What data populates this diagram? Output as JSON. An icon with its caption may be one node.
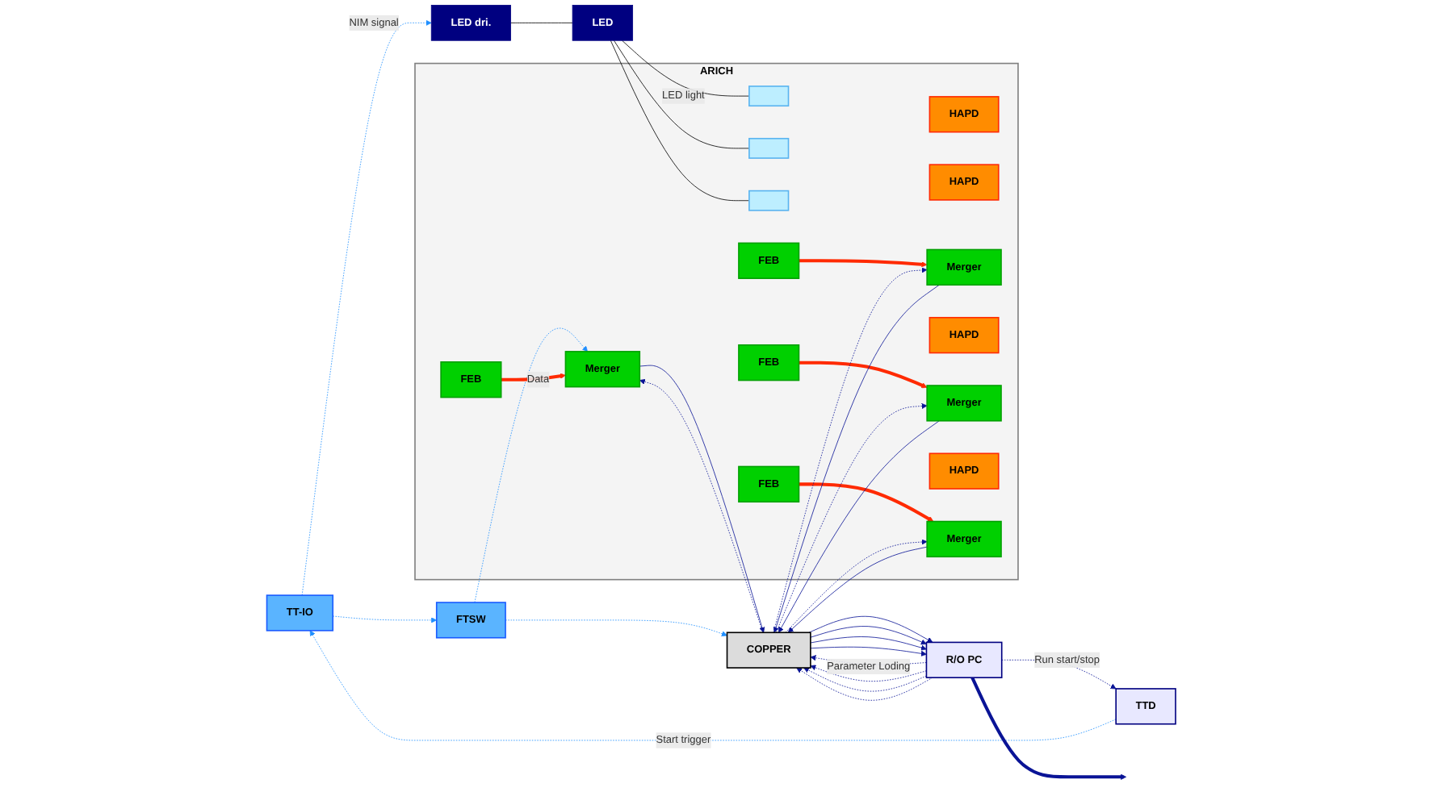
{
  "diagram": {
    "nodes": [
      {
        "text": [
          "LED dri."
        ]
      },
      {
        "text": [
          "TT-IO"
        ]
      },
      {
        "text": [
          "TTD"
        ]
      },
      {
        "text": [
          "LED"
        ]
      },
      {
        "text": [
          "FTSW"
        ]
      },
      {
        "text": [
          "ARICH"
        ]
      },
      {
        "text": [],
        "shape": "box",
        "in": 5
      },
      {
        "text": [],
        "shape": "box",
        "in": 5
      },
      {
        "text": [],
        "shape": "box",
        "in": 5
      },
      {
        "text": [
          "HAPD"
        ],
        "in": 5
      },
      {
        "text": [
          "FEB"
        ],
        "in": 5
      },
      {
        "text": [
          "Merger"
        ],
        "in": 5
      },
      {
        "text": [
          "HAPD"
        ],
        "in": 5
      },
      {
        "text": [
          "FEB"
        ],
        "in": 5
      },
      {
        "text": [
          "Merger"
        ],
        "in": 5
      },
      {
        "text": [
          "HAPD"
        ],
        "in": 5
      },
      {
        "text": [
          "FEB"
        ],
        "in": 5
      },
      {
        "text": [
          "Merger"
        ],
        "in": 5
      },
      {
        "text": [
          "HAPD"
        ],
        "in": 5
      },
      {
        "text": [
          "FEB"
        ],
        "in": 5
      },
      {
        "text": [
          "Merger"
        ],
        "in": 5
      },
      {
        "text": [
          "COPPER"
        ]
      },
      {
        "text": [
          "R/O PC"
        ]
      }
    ],
    "edges": [
      {
        "from": 1,
        "to": 0,
        "arrow": "to",
        "label": "NIM signal",
        "style": "dashed",
        "color": "#1f8fff"
      },
      {
        "from": 2,
        "to": 1,
        "arrow": "to",
        "label": "Start trigger",
        "style": "dashed",
        "color": "#1f8fff"
      },
      {
        "from": 1,
        "to": 4,
        "arrow": "to",
        "style": "dashed",
        "color": "#1f8fff"
      },
      {
        "from": 4,
        "to": 11,
        "arrow": "to",
        "style": "dashed",
        "color": "#1f8fff"
      },
      {
        "from": 4,
        "to": 21,
        "arrow": "to",
        "style": "dashed",
        "color": "#1f8fff"
      },
      {
        "from": 22,
        "to": 2,
        "arrow": "to",
        "label": "Run start/stop",
        "style": "dashed"
      },
      {
        "from": 0,
        "to": 3,
        "arrow": "none",
        "color": "#000000"
      },
      {
        "from": 3,
        "to": 6,
        "arrow": "none",
        "label": "LED light",
        "color": "#000000"
      },
      {
        "from": 3,
        "to": 7,
        "arrow": "none",
        "color": "#000000"
      },
      {
        "from": 3,
        "to": 8,
        "arrow": "none",
        "color": "#000000"
      },
      {
        "from": 10,
        "to": 11,
        "arrow": "to",
        "label": "Data",
        "style": "thick",
        "color": "#ff2a00"
      },
      {
        "from": 13,
        "to": 14,
        "arrow": "to",
        "style": "thick",
        "color": "#ff2a00"
      },
      {
        "from": 16,
        "to": 17,
        "arrow": "to",
        "style": "thick",
        "color": "#ff2a00"
      },
      {
        "from": 19,
        "to": 20,
        "arrow": "to",
        "style": "thick",
        "color": "#ff2a00"
      },
      {
        "from": 21,
        "to": 11,
        "arrow": "to",
        "style": "dashed"
      },
      {
        "from": 11,
        "to": 21,
        "arrow": "to"
      },
      {
        "from": 21,
        "to": 14,
        "arrow": "to",
        "style": "dashed"
      },
      {
        "from": 14,
        "to": 21,
        "arrow": "to"
      },
      {
        "from": 21,
        "to": 17,
        "arrow": "to",
        "style": "dashed"
      },
      {
        "from": 17,
        "to": 21,
        "arrow": "to"
      },
      {
        "from": 21,
        "to": 20,
        "arrow": "to",
        "style": "dashed"
      },
      {
        "from": 20,
        "to": 21,
        "arrow": "to"
      },
      {
        "from": 22,
        "to": 21,
        "arrow": "to",
        "label": "Parameter Loding",
        "style": "dashed"
      },
      {
        "from": 21,
        "to": 22,
        "arrow": "to"
      },
      {
        "from": 22,
        "to": 21,
        "arrow": "to",
        "style": "dashed"
      },
      {
        "from": 21,
        "to": 22,
        "arrow": "to"
      },
      {
        "from": 22,
        "to": 21,
        "arrow": "to",
        "style": "dashed"
      },
      {
        "from": 21,
        "to": 22,
        "arrow": "to"
      },
      {
        "from": 22,
        "to": 21,
        "arrow": "to",
        "style": "dashed"
      },
      {
        "from": 21,
        "to": 22,
        "arrow": "to"
      },
      {
        "from": 22,
        "to": null,
        "arrow": "to",
        "style": "thick"
      }
    ]
  }
}
